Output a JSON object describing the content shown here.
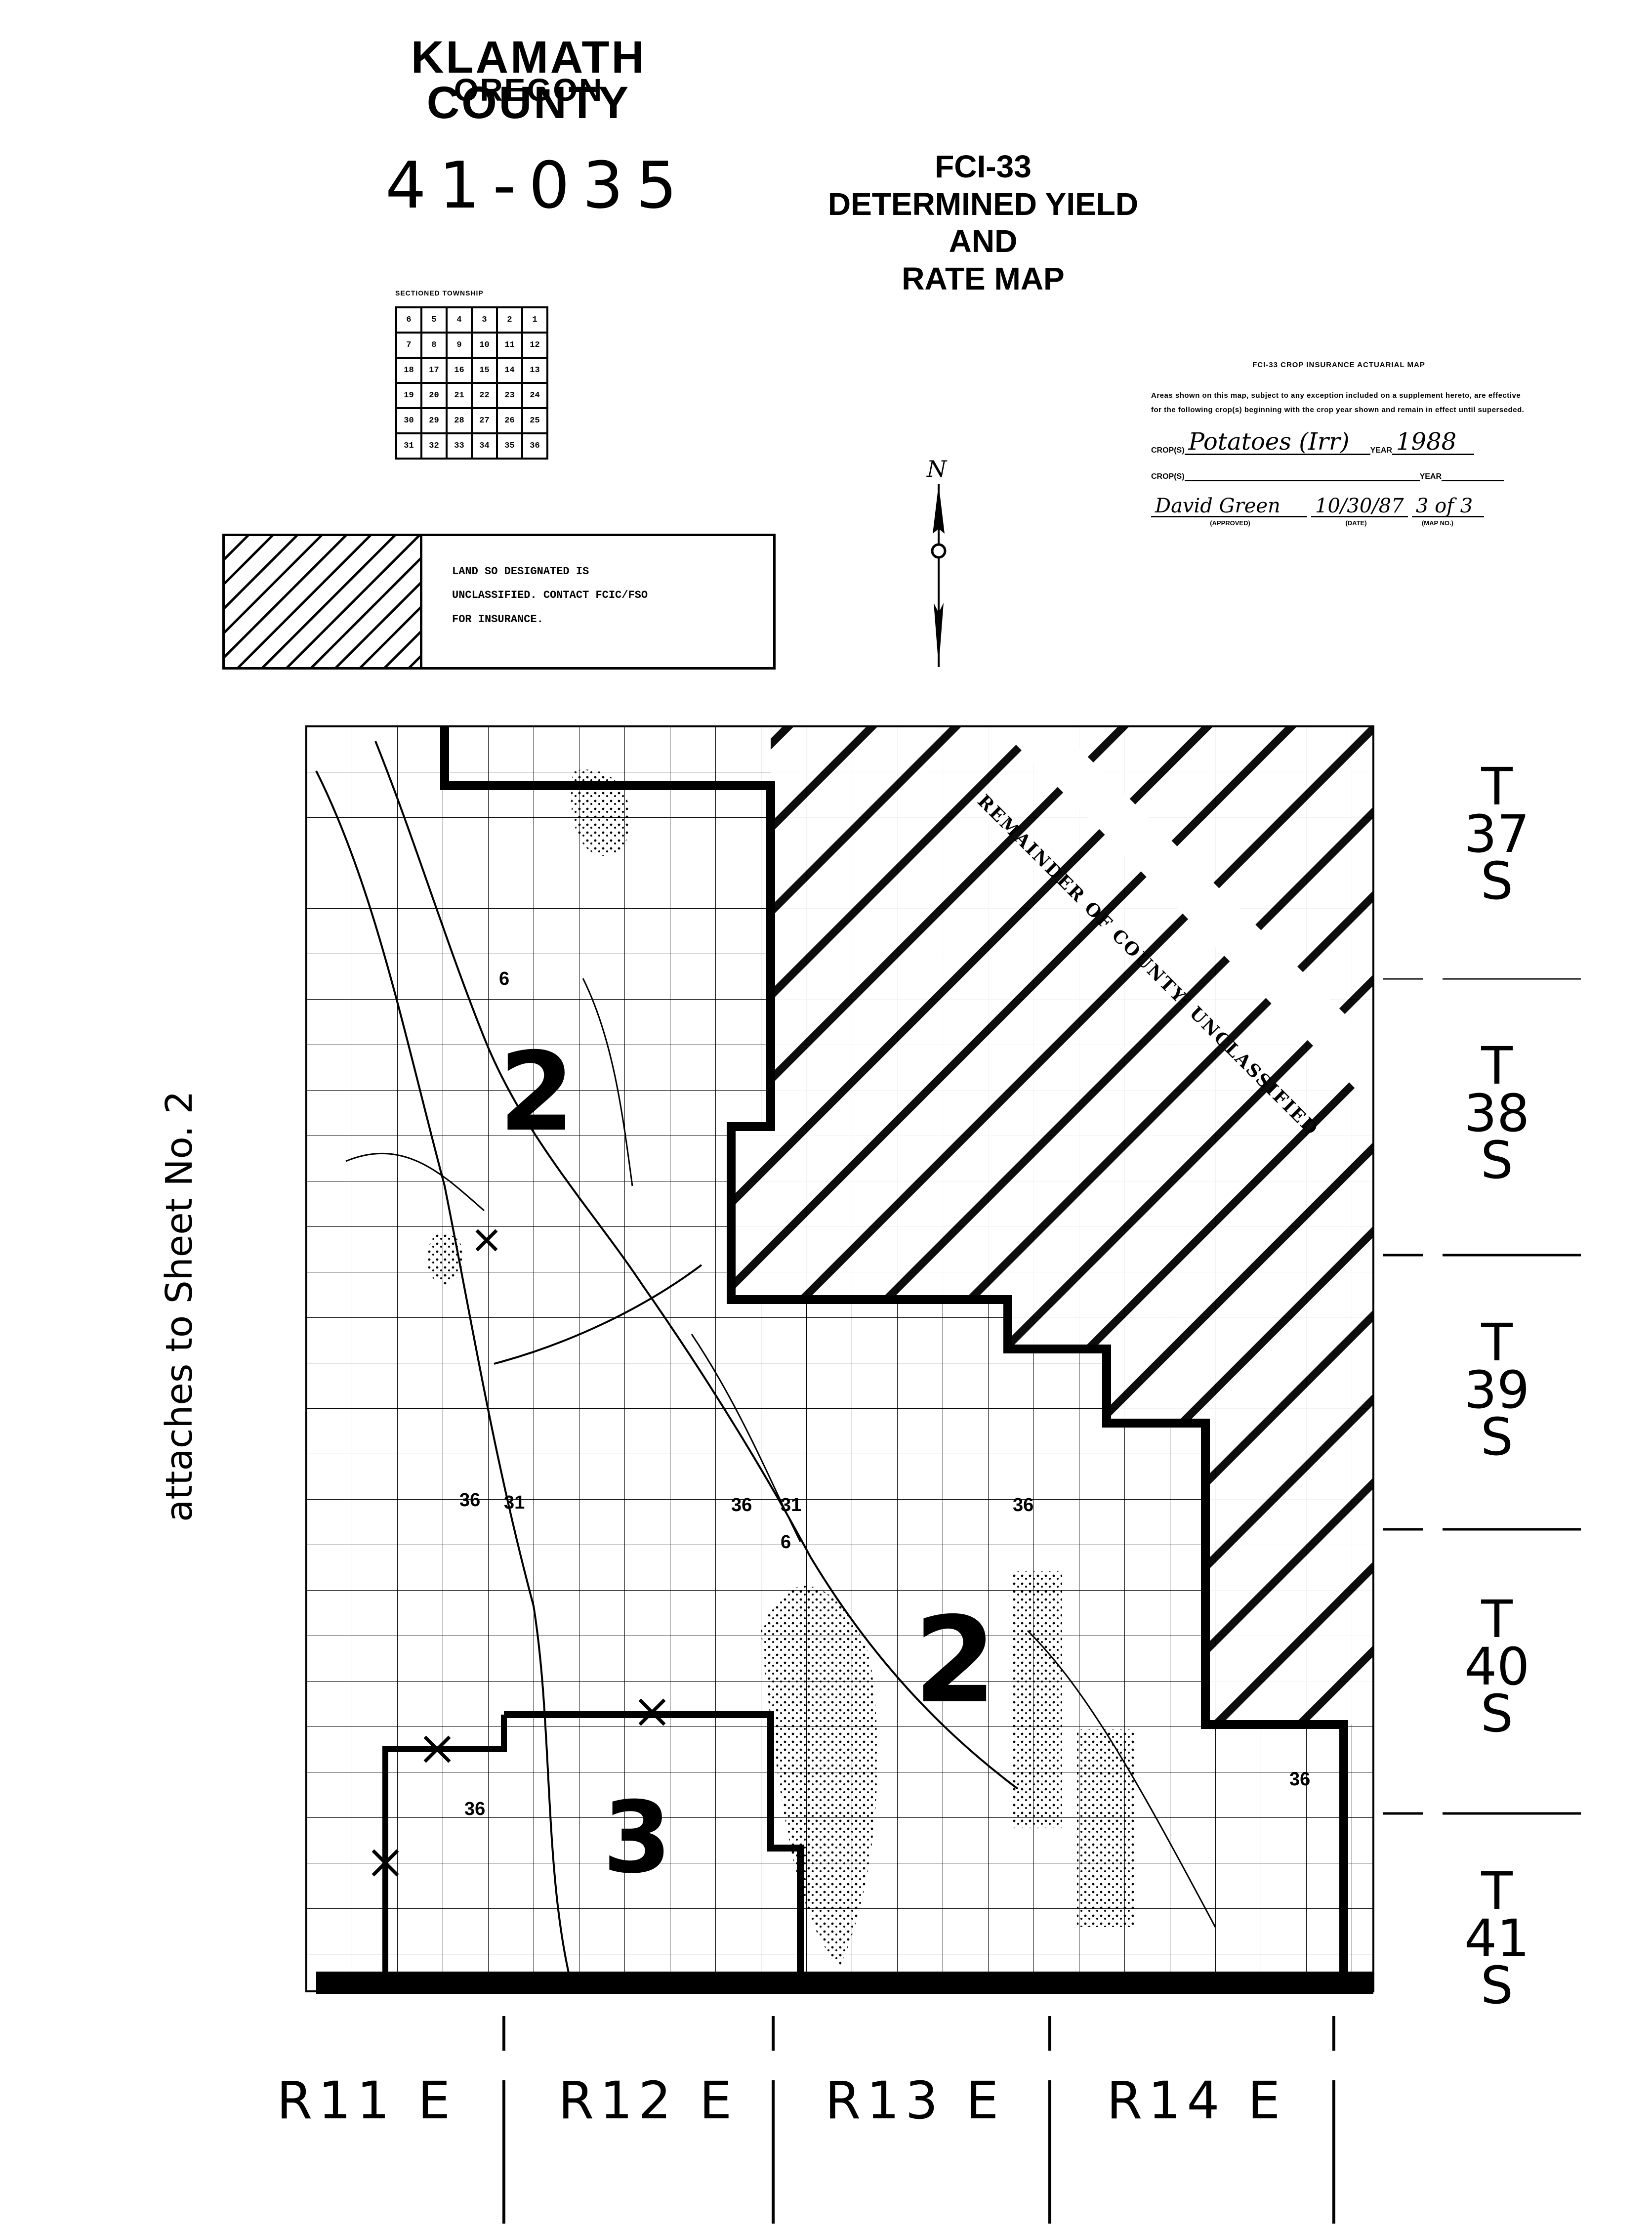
{
  "header": {
    "county": "KLAMATH COUNTY",
    "state": "OREGON",
    "map_number": "41-035",
    "title_lines": [
      "FCI-33",
      "DETERMINED YIELD",
      "AND",
      "RATE MAP"
    ]
  },
  "section_grid": {
    "label": "SECTIONED TOWNSHIP",
    "rows": [
      [
        "6",
        "5",
        "4",
        "3",
        "2",
        "1"
      ],
      [
        "7",
        "8",
        "9",
        "10",
        "11",
        "12"
      ],
      [
        "18",
        "17",
        "16",
        "15",
        "14",
        "13"
      ],
      [
        "19",
        "20",
        "21",
        "22",
        "23",
        "24"
      ],
      [
        "30",
        "29",
        "28",
        "27",
        "26",
        "25"
      ],
      [
        "31",
        "32",
        "33",
        "34",
        "35",
        "36"
      ]
    ]
  },
  "legend": {
    "lines": [
      "LAND SO DESIGNATED IS",
      "UNCLASSIFIED.  CONTACT FCIC/FSO",
      "FOR INSURANCE."
    ]
  },
  "actuarial": {
    "title": "FCI-33 CROP INSURANCE ACTUARIAL MAP",
    "body": "Areas shown on this map, subject to any exception included on a supplement hereto, are effective for the following crop(s) beginning with the crop year shown and remain in effect until superseded.",
    "crop_label": "CROP(S)",
    "crop_value": "Potatoes (Irr)",
    "year_label": "YEAR",
    "year_value": "1988",
    "crop2_label": "CROP(S)",
    "year2_label": "YEAR",
    "approved_value": "David Green",
    "date_value": "10/30/87",
    "map_no_value": "3 of 3",
    "approved_label": "(APPROVED)",
    "date_label": "(DATE)",
    "map_no_label": "(MAP NO.)"
  },
  "north_label": "N",
  "map": {
    "unclassified_label": "REMAINDER OF COUNTY: UNCLASSIFIED",
    "attach_label": "attaches to Sheet No. 2",
    "zone_labels": [
      "2",
      "2",
      "3"
    ],
    "section_numbers": [
      "36",
      "31",
      "36",
      "31",
      "36",
      "6",
      "36",
      "36",
      "6"
    ],
    "border_color": "#000000"
  },
  "townships": [
    {
      "t": "T",
      "num": "37",
      "s": "S"
    },
    {
      "t": "T",
      "num": "38",
      "s": "S"
    },
    {
      "t": "T",
      "num": "39",
      "s": "S"
    },
    {
      "t": "T",
      "num": "40",
      "s": "S"
    },
    {
      "t": "T",
      "num": "41",
      "s": "S"
    }
  ],
  "ranges": [
    "R11 E",
    "R12 E",
    "R13 E",
    "R14 E"
  ]
}
